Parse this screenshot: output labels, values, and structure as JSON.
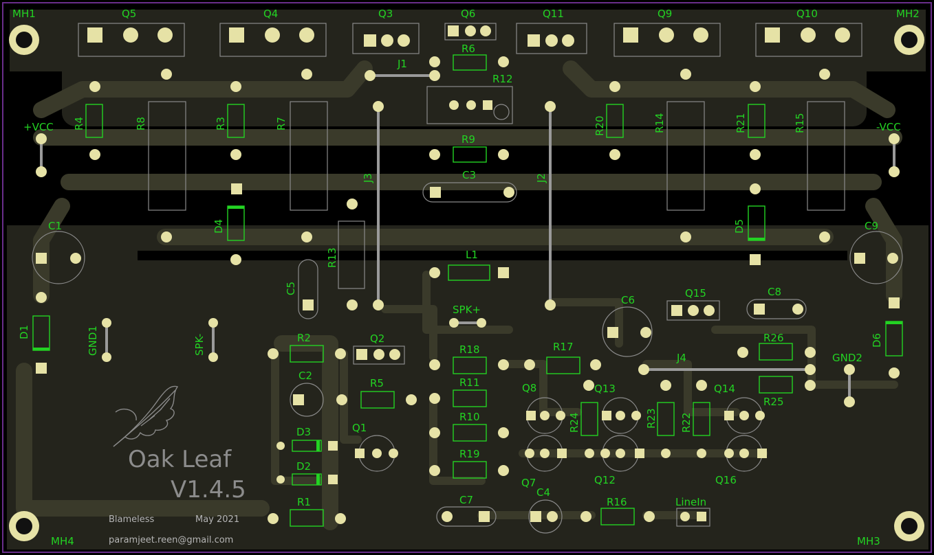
{
  "board": {
    "title": "Oak Leaf",
    "version": "V1.4.5",
    "design": "Blameless",
    "date": "May 2021",
    "email": "paramjeet.reen@gmail.com"
  },
  "colors": {
    "background": "#000000",
    "copper_fill": "#24241c",
    "trace": "#3a3a2a",
    "pad": "#e6e2a6",
    "silkscreen": "#23d323",
    "outline": "#8a8a8a",
    "board_edge": "#6a2e8c"
  },
  "mounting_holes": [
    {
      "label": "MH1"
    },
    {
      "label": "MH2"
    },
    {
      "label": "MH3"
    },
    {
      "label": "MH4"
    }
  ],
  "power_transistors": [
    {
      "label": "Q5"
    },
    {
      "label": "Q4"
    },
    {
      "label": "Q3"
    },
    {
      "label": "Q6"
    },
    {
      "label": "Q11"
    },
    {
      "label": "Q9"
    },
    {
      "label": "Q10"
    }
  ],
  "resistors": [
    {
      "label": "R4"
    },
    {
      "label": "R8"
    },
    {
      "label": "R3"
    },
    {
      "label": "R7"
    },
    {
      "label": "R6"
    },
    {
      "label": "R12"
    },
    {
      "label": "R9"
    },
    {
      "label": "R20"
    },
    {
      "label": "R14"
    },
    {
      "label": "R21"
    },
    {
      "label": "R15"
    },
    {
      "label": "R13"
    },
    {
      "label": "R2"
    },
    {
      "label": "R5"
    },
    {
      "label": "R1"
    },
    {
      "label": "R18"
    },
    {
      "label": "R11"
    },
    {
      "label": "R10"
    },
    {
      "label": "R19"
    },
    {
      "label": "R17"
    },
    {
      "label": "R24"
    },
    {
      "label": "R23"
    },
    {
      "label": "R22"
    },
    {
      "label": "R26"
    },
    {
      "label": "R25"
    },
    {
      "label": "R16"
    }
  ],
  "capacitors": [
    {
      "label": "C1"
    },
    {
      "label": "C9"
    },
    {
      "label": "C3"
    },
    {
      "label": "C5"
    },
    {
      "label": "C2"
    },
    {
      "label": "C6"
    },
    {
      "label": "C8"
    },
    {
      "label": "C7"
    },
    {
      "label": "C4"
    }
  ],
  "diodes": [
    {
      "label": "D1"
    },
    {
      "label": "D2"
    },
    {
      "label": "D3"
    },
    {
      "label": "D4"
    },
    {
      "label": "D5"
    },
    {
      "label": "D6"
    }
  ],
  "small_transistors": [
    {
      "label": "Q1"
    },
    {
      "label": "Q2"
    },
    {
      "label": "Q7"
    },
    {
      "label": "Q8"
    },
    {
      "label": "Q12"
    },
    {
      "label": "Q13"
    },
    {
      "label": "Q14"
    },
    {
      "label": "Q15"
    },
    {
      "label": "Q16"
    }
  ],
  "jumpers": [
    {
      "label": "J1"
    },
    {
      "label": "J2"
    },
    {
      "label": "J3"
    },
    {
      "label": "J4"
    }
  ],
  "inductor": {
    "label": "L1"
  },
  "connectors": [
    {
      "label": "+VCC"
    },
    {
      "label": "-VCC"
    },
    {
      "label": "GND1"
    },
    {
      "label": "GND2"
    },
    {
      "label": "SPK-"
    },
    {
      "label": "SPK+"
    },
    {
      "label": "LineIn"
    }
  ]
}
